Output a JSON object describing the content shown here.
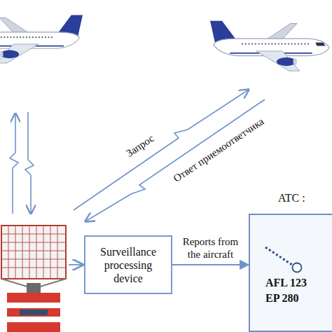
{
  "diagram": {
    "nodes": [
      {
        "text": [
          "Surveillance processing device"
        ]
      },
      {
        "text": [
          "ATC :",
          "AFL 123",
          "EP 280"
        ]
      }
    ],
    "edges": [
      {
        "from": 0,
        "to": 1,
        "arrow": "to",
        "label": "Reports from the aircraft"
      }
    ],
    "labels": [
      "Запрос",
      "Ответ приемоответчика"
    ]
  }
}
